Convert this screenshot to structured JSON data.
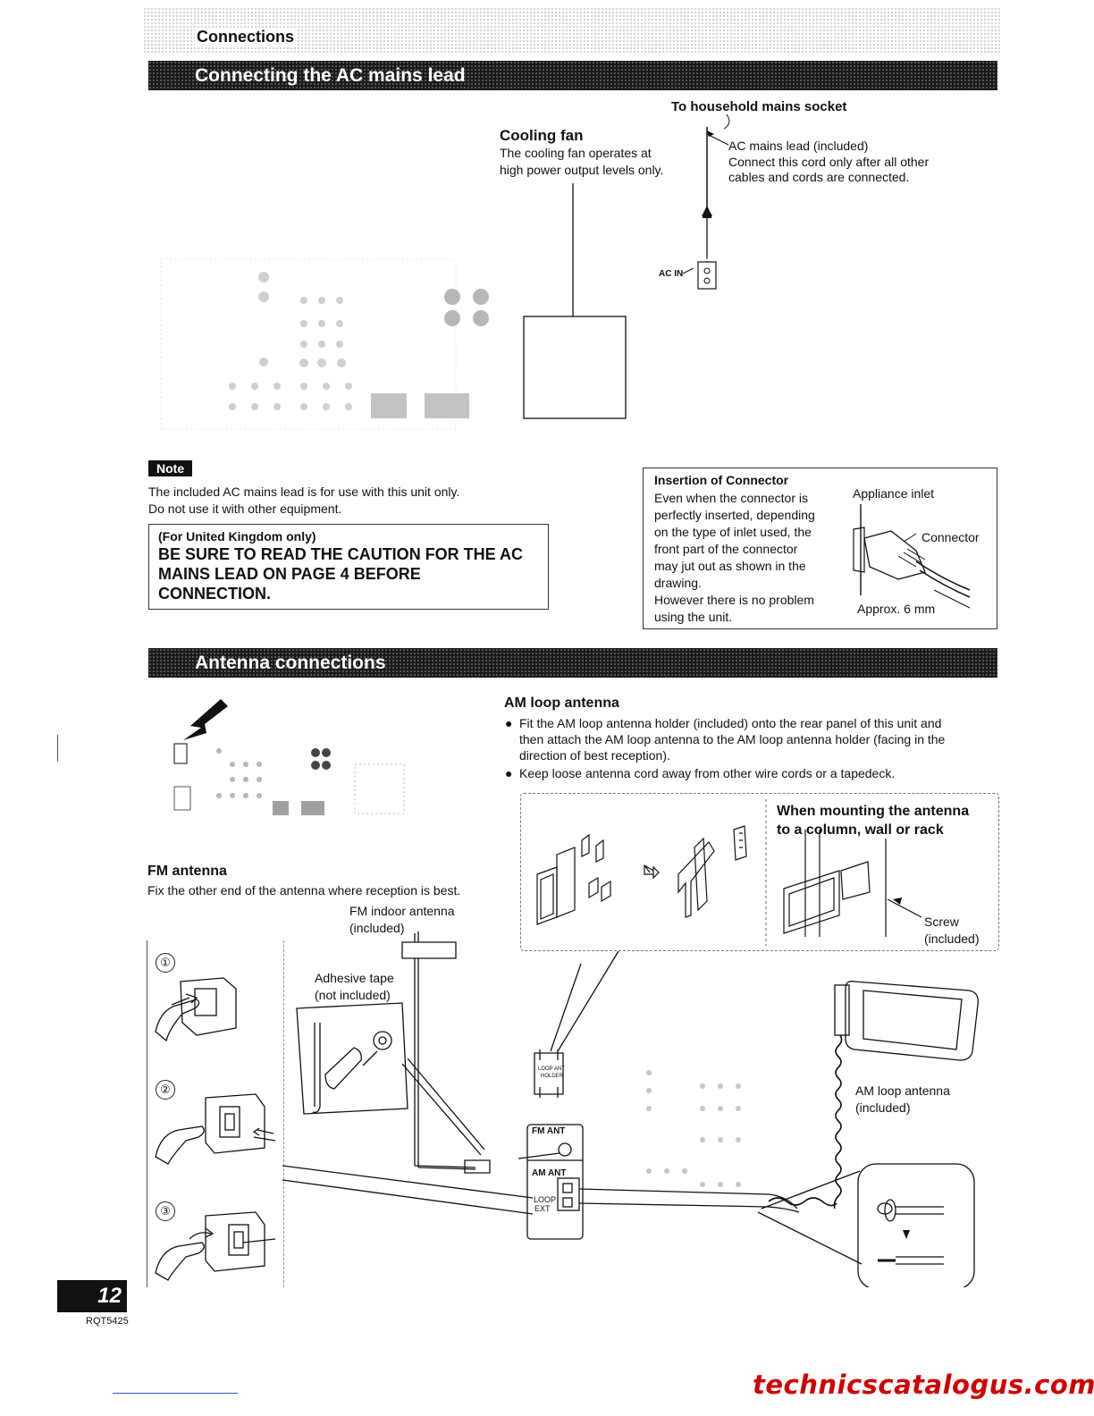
{
  "header": {
    "section": "Connections"
  },
  "ac_section": {
    "title": "Connecting the AC mains lead",
    "socket_label": "To household mains socket",
    "cooling_fan_title": "Cooling fan",
    "cooling_fan_text_1": "The cooling fan operates at",
    "cooling_fan_text_2": "high power output levels only.",
    "ac_lead_1": "AC mains lead (included)",
    "ac_lead_2": "Connect this cord only after all other",
    "ac_lead_3": "cables and cords are connected.",
    "ac_in_label": "AC IN"
  },
  "note": {
    "badge": "Note",
    "line1": "The included AC mains lead is for use with this unit only.",
    "line2": "Do not use it with other equipment."
  },
  "uk_box": {
    "heading": "(For United Kingdom only)",
    "line1": "BE SURE TO READ THE CAUTION FOR THE AC",
    "line2": "MAINS LEAD ON PAGE 4 BEFORE",
    "line3": "CONNECTION."
  },
  "insertion": {
    "title": "Insertion of Connector",
    "lines": [
      "Even when the connector is",
      "perfectly inserted, depending",
      "on the type of inlet used, the",
      "front part of the connector",
      "may jut out as shown in the",
      "drawing.",
      "However there is no problem",
      "using the unit."
    ],
    "appliance_inlet": "Appliance inlet",
    "connector": "Connector",
    "approx": "Approx. 6 mm"
  },
  "antenna_section": {
    "title": "Antenna connections",
    "am_title": "AM loop antenna",
    "am_bullet1_l1": "Fit the AM loop antenna holder (included) onto the rear panel of this unit and",
    "am_bullet1_l2": "then attach the AM loop antenna to the AM loop antenna holder (facing in the",
    "am_bullet1_l3": "direction of best reception).",
    "am_bullet2": "Keep loose antenna cord away from other wire cords or a tapedeck.",
    "mount_title_1": "When mounting the antenna",
    "mount_title_2": "to a column, wall or rack",
    "screw_1": "Screw",
    "screw_2": "(included)",
    "fm_title": "FM antenna",
    "fm_text": "Fix the other end of the antenna where reception is best.",
    "fm_indoor_1": "FM indoor antenna",
    "fm_indoor_2": "(included)",
    "tape_1": "Adhesive tape",
    "tape_2": "(not included)",
    "step1": "①",
    "step2": "②",
    "step3": "③",
    "holder_label_1": "LOOP ANT",
    "holder_label_2": "HOLDER",
    "fm_ant": "FM ANT",
    "am_ant": "AM ANT",
    "loop": "LOOP",
    "ext": "EXT",
    "am_loop_label_1": "AM loop antenna",
    "am_loop_label_2": "(included)"
  },
  "footer": {
    "page_number": "12",
    "doc_code": "RQT5425",
    "website": "technicscatalogus.com"
  }
}
